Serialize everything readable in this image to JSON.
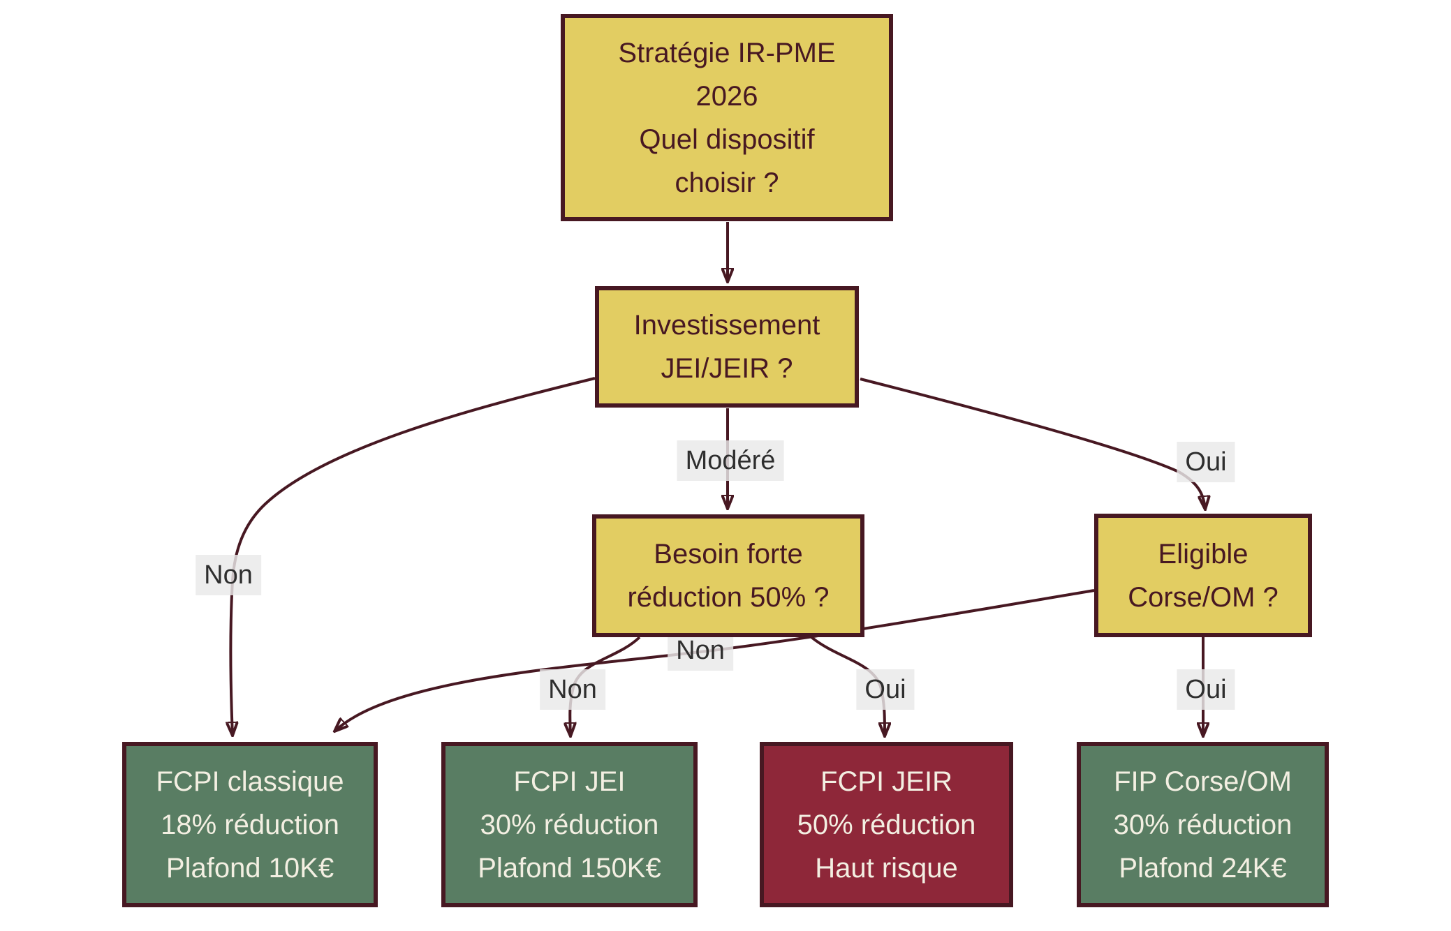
{
  "diagram": {
    "type": "flowchart-decision-tree",
    "language": "fr",
    "background": "#ffffff"
  },
  "colors": {
    "decision_fill": "#e2cd62",
    "outcome_positive_fill": "#597d63",
    "outcome_risk_fill": "#8e2739",
    "border_and_edge": "#471822",
    "light_text": "#f3efe2",
    "edge_label_bg": "#e9e9e9",
    "edge_label_text": "#2e2e2e"
  },
  "nodes": {
    "strategie": {
      "lines": [
        "Stratégie IR-PME",
        "2026",
        "Quel dispositif",
        "choisir ?"
      ]
    },
    "investissement": {
      "lines": [
        "Investissement",
        "JEI/JEIR ?"
      ]
    },
    "besoin": {
      "lines": [
        "Besoin forte",
        "réduction 50% ?"
      ]
    },
    "eligible": {
      "lines": [
        "Eligible",
        "Corse/OM ?"
      ]
    },
    "fcpi_classique": {
      "lines": [
        "FCPI classique",
        "18% réduction",
        "Plafond 10K€"
      ]
    },
    "fcpi_jei": {
      "lines": [
        "FCPI JEI",
        "30% réduction",
        "Plafond 150K€"
      ]
    },
    "fcpi_jeir": {
      "lines": [
        "FCPI JEIR",
        "50% réduction",
        "Haut risque"
      ]
    },
    "fip_corse": {
      "lines": [
        "FIP Corse/OM",
        "30% réduction",
        "Plafond 24K€"
      ]
    }
  },
  "edges": [
    {
      "from": "strategie",
      "to": "investissement",
      "label": ""
    },
    {
      "from": "investissement",
      "to": "fcpi_classique",
      "label": "Non"
    },
    {
      "from": "investissement",
      "to": "besoin",
      "label": "Modéré"
    },
    {
      "from": "investissement",
      "to": "eligible",
      "label": "Oui"
    },
    {
      "from": "besoin",
      "to": "fcpi_jei",
      "label": "Non"
    },
    {
      "from": "besoin",
      "to": "fcpi_jeir",
      "label": "Oui"
    },
    {
      "from": "eligible",
      "to": "fcpi_classique",
      "label": "Non"
    },
    {
      "from": "eligible",
      "to": "fip_corse",
      "label": "Oui"
    }
  ]
}
